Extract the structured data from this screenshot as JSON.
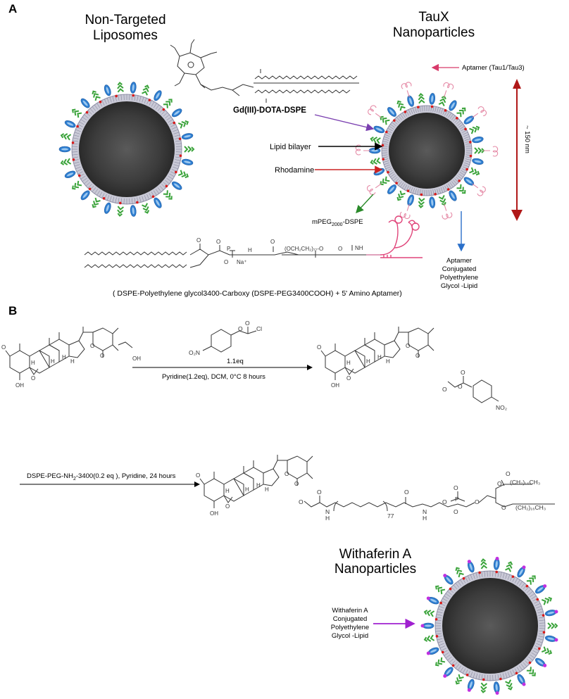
{
  "panel_a": {
    "letter": "A",
    "non_targeted_title": [
      "Non-Targeted",
      "Liposomes"
    ],
    "taux_title": [
      "TauX",
      "Nanoparticles"
    ],
    "aptamer_label": "Aptamer (Tau1/Tau3)",
    "size_label": "~ 150 nm",
    "gd_label": "Gd(III)-DOTA-DSPE",
    "lipid_bilayer_label": "Lipid bilayer",
    "rhodamine_label": "Rhodamine",
    "mpeg_label": "mPEG2000-DSPE",
    "aptamer_conj_label": [
      "Aptamer",
      "Conjugated",
      "Polyethylene",
      "Glycol -Lipid"
    ],
    "dspe_caption": "( DSPE-Polyethylene glycol3400-Carboxy (DSPE-PEG3400COOH) + 5' Amino Aptamer)"
  },
  "panel_b": {
    "letter": "B",
    "reagent_amount": "1.1eq",
    "step1_conditions": "Pyridine(1.2eq), DCM, 0°C 8 hours",
    "step2_conditions": "DSPE-PEG-NH2-3400(0.2 eq ), Pyridine, 24 hours",
    "peg_repeat": "77",
    "withaferin_title": [
      "Withaferin A",
      "Nanoparticles"
    ],
    "withaferin_label": [
      "Withaferin A",
      "Conjugated",
      "Polyethylene",
      "Glycol -Lipid"
    ]
  },
  "colors": {
    "core": "#444444",
    "bilayer": "#c9c9d6",
    "red_dot": "#d81b1b",
    "peg_green": "#3aa33a",
    "aptamer_blue": "#2f7fd1",
    "aptamer_pink": "#e58aa6",
    "arrow_purple": "#7a3fb0",
    "arrow_red": "#cc2222",
    "arrow_green": "#2a8a2a",
    "arrow_blue": "#2a6fc9",
    "arrow_darkred": "#b01818",
    "arrow_magenta": "#a020d0"
  }
}
